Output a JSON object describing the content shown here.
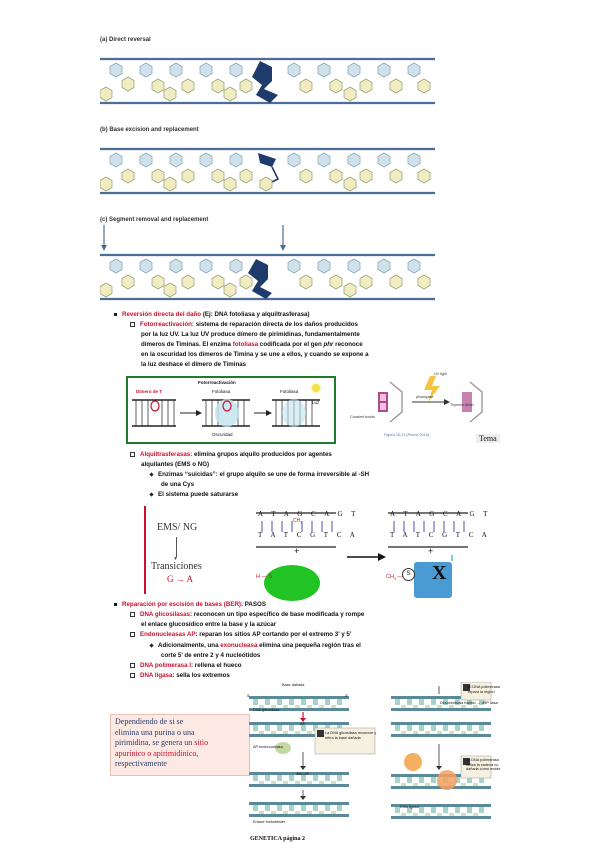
{
  "panels": {
    "a": "(a) Direct reversal",
    "b": "(b) Base excision and replacement",
    "c": "(c) Segment removal and replacement"
  },
  "reversion": {
    "title": "Reversión directa del daño",
    "title_rest": " (Ej: DNA fotoliasa y alquiltrasferasa)",
    "foto_label": "Fotorreactivación:",
    "foto_l1": " sistema de reparación directa de los daños producidos",
    "foto_l2": "por la luz UV. La luz UV produce dímero de pirimidinas, fundamentalmente",
    "foto_l3": "dímeros de Timinas. El enzima ",
    "foto_l3_red": "fotoliasa",
    "foto_l3_b": " codificada por el gen ",
    "foto_l3_gene": "phr",
    "foto_l3_c": " reconoce",
    "foto_l4": "en la oscuridad los dímeros de Timina y se une a ellos, y cuando se expone a",
    "foto_l5": "la luz deshace el dímero de Timinas"
  },
  "foto_figure": {
    "title": "Fotorreactivación",
    "dimer": "Dímero de T",
    "fotoliasa1": "Fotoliasa",
    "fotoliasa2": "Fotoliasa",
    "luz": "Luz",
    "oscuridad": "Oscuridad",
    "caption": "Figura 16.23 (Pierce 2016)",
    "tema": "Tema",
    "uv_light": "UV light",
    "photolyase": "photolyase",
    "dimer_bonds": "Covalent bonds",
    "thymine": "Thymine dimer"
  },
  "alquil": {
    "label": "Alquiltrasferasas:",
    "l1": " elimina grupos alquilo producidos por agentes",
    "l2": "alquilantes (EMS o NG)",
    "b1a": "Enzimas “suicidas”: el grupo alquilo se une de forma irreversible al -SH",
    "b1b": "de una Cys",
    "b2": "El sistema puede saturarse"
  },
  "ems_figure": {
    "ems": "EMS/ NG",
    "trans": "Transiciones",
    "ga": "G → A",
    "seq_top": "A T A G C A G T",
    "seq_bot": "T A T C G T C A",
    "seq_top2": "A T A G C A G T",
    "seq_bot2": "T A T C G T C A",
    "ch3": "CH",
    "ch3b": "CH",
    "hs": "H — S",
    "s": "S",
    "x": "X",
    "plus1": "+",
    "plus2": "+"
  },
  "ber": {
    "title": "Reparación por escisión de bases (BER)",
    "title_rest": ": PASOS",
    "i1_red": "DNA glicosilasas",
    "i1": ": reconocen un tipo específico de base modificada y rompe",
    "i1b": "el enlace glucosídico entre la base y la azúcar",
    "i2_red": "Endonucleasas AP",
    "i2": ": reparan los sitios AP cortando por el extremo 3’ y 5’",
    "i2s_a": "Adicionalmente, una ",
    "i2s_red": "exonucleasa",
    "i2s_b": " elimina una pequeña región tras el",
    "i2s_c": "corte 5’ de entre 2 y 4 nucleótidos",
    "i3_red": "DNA polimerasa I",
    "i3": ": rellena el hueco",
    "i4_red": "DNA ligasa",
    "i4": ": sella los extremos"
  },
  "pink_note": {
    "l1": "Dependiendo de si se",
    "l2": "elimina una purina o una",
    "l3": "pirimidina, se genera un ",
    "l3_red": "sitio",
    "l4_red": "apurínico o apirimidínico",
    "l4": ",",
    "l5": "respectivamente"
  },
  "ber_figure": {
    "base_danada": "Base dañada",
    "glicosilasa": "DNA glicosilasa",
    "step1": "La DNA glicosilasa reconoce y retira la base dañada",
    "step2": "El DNA polimerasa repara la región",
    "step3": "Desoxirribosa fosfato → dRP liasa",
    "step4": "La DNA polimerasa utiliza la cadena no dañada como molde",
    "sitio": "Sitio AP",
    "endo": "AP endonucleasa",
    "ligasa": "DNA ligasa",
    "fosfodiester": "Enlace fosfodiéster",
    "three": "3’",
    "five": "5’",
    "ap": "AP"
  },
  "footer": "GENETICA página 2"
}
